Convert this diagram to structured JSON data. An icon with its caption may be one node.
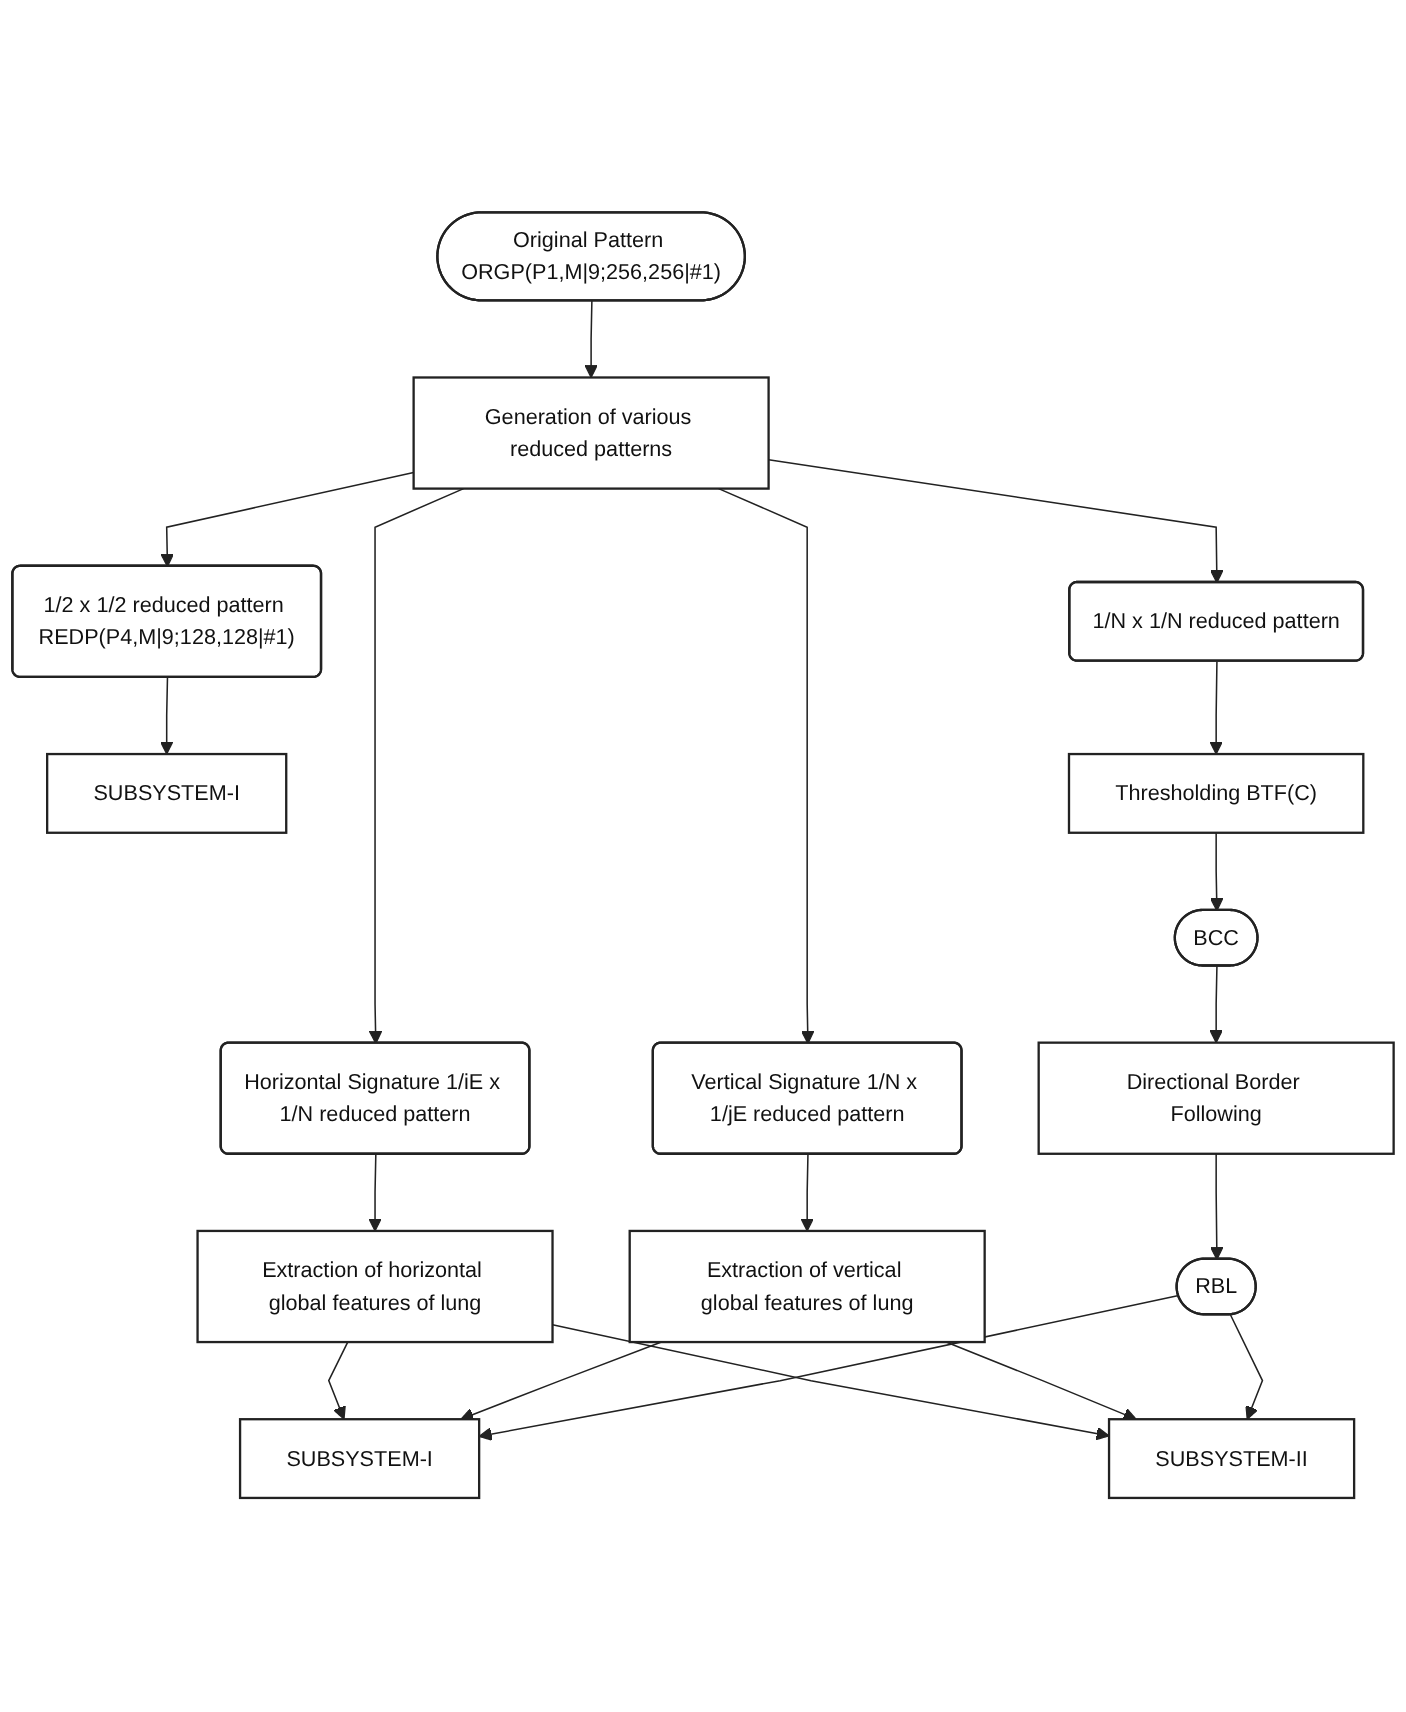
{
  "diagram": {
    "nodes": [
      {
        "text": [
          "Original Pattern ORGP(P1,M|9;256,256|#1)"
        ]
      },
      {
        "text": [
          "Generation of various reduced patterns"
        ]
      },
      {
        "text": [
          "Horizontal Signature 1/iE x 1/N reduced pattern"
        ]
      },
      {
        "text": [
          "Vertical Signature 1/N x 1/jE reduced pattern"
        ]
      },
      {
        "text": [
          "1/N x 1/N reduced pattern"
        ]
      },
      {
        "text": [
          "1/2 x 1/2 reduced pattern REDP(P4,M|9;128,128|#1)"
        ]
      },
      {
        "text": [
          "SUBSYSTEM-I"
        ]
      },
      {
        "text": [
          "Extraction of horizontal global features of lung"
        ]
      },
      {
        "text": [
          "Extraction of vertical global features of lung"
        ]
      },
      {
        "text": [
          "Thresholding BTF(C)"
        ]
      },
      {
        "text": [
          "BCC"
        ]
      },
      {
        "text": [
          "Directional Border Following"
        ]
      },
      {
        "text": [
          "SUBSYSTEM-I"
        ]
      },
      {
        "text": [
          "SUBSYSTEM-II"
        ]
      },
      {
        "text": [
          "RBL"
        ]
      }
    ],
    "edges": [
      {
        "from": 0,
        "to": 1,
        "arrow": "to"
      },
      {
        "from": 1,
        "to": 2,
        "arrow": "to"
      },
      {
        "from": 1,
        "to": 3,
        "arrow": "to"
      },
      {
        "from": 1,
        "to": 4,
        "arrow": "to"
      },
      {
        "from": 1,
        "to": 5,
        "arrow": "to"
      },
      {
        "from": 5,
        "to": 6,
        "arrow": "to"
      },
      {
        "from": 2,
        "to": 7,
        "arrow": "to"
      },
      {
        "from": 3,
        "to": 8,
        "arrow": "to"
      },
      {
        "from": 4,
        "to": 9,
        "arrow": "to"
      },
      {
        "from": 9,
        "to": 10,
        "arrow": "to"
      },
      {
        "from": 10,
        "to": 11,
        "arrow": "to"
      },
      {
        "from": 11,
        "to": 14,
        "arrow": "to"
      },
      {
        "from": 7,
        "to": 12,
        "arrow": "to"
      },
      {
        "from": 7,
        "to": 13,
        "arrow": "to"
      },
      {
        "from": 8,
        "to": 12,
        "arrow": "to"
      },
      {
        "from": 8,
        "to": 13,
        "arrow": "to"
      },
      {
        "from": 14,
        "to": 12,
        "arrow": "to"
      },
      {
        "from": 14,
        "to": 13,
        "arrow": "to"
      }
    ]
  }
}
